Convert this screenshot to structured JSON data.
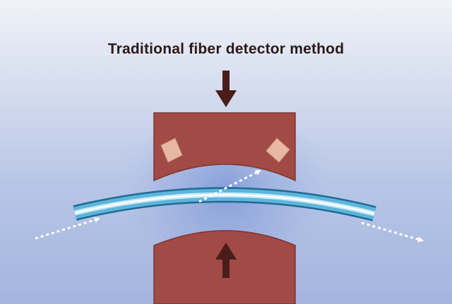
{
  "diagram": {
    "title": "Traditional fiber detector method",
    "colors": {
      "background_top": "#f1f3f8",
      "background_bottom": "#a3b5df",
      "clamp_block": "#a24a46",
      "clamp_edge": "#7e3431",
      "detector_pad": "#e8b8a4",
      "fiber_core": "#e6f6fb",
      "fiber_cladding": "#3d9bc2",
      "light_ray": "#ffffff",
      "arrow": "#4a1c1a",
      "title_text": "#2b1a17"
    },
    "components": [
      "top clamp block",
      "bottom clamp block",
      "two detector pads",
      "bent optical fiber",
      "force arrows",
      "light rays"
    ]
  }
}
